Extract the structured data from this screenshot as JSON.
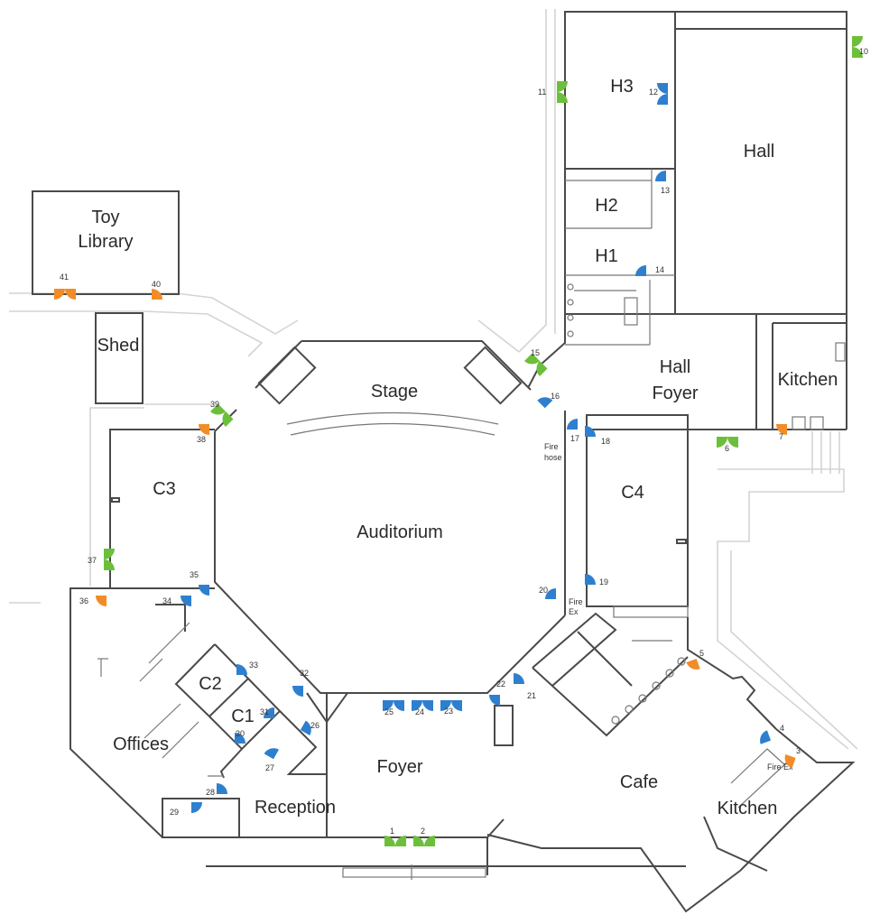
{
  "colors": {
    "wall": "#4a4a4a",
    "path": "#d4d4d4",
    "door_internal": "#2f7fcf",
    "door_external": "#6cbf3a",
    "door_fire_exit": "#f28c28"
  },
  "rooms": {
    "toy_library": [
      "Toy",
      "Library"
    ],
    "shed": "Shed",
    "stage": "Stage",
    "auditorium": "Auditorium",
    "c3": "C3",
    "c4": "C4",
    "c2": "C2",
    "c1": "C1",
    "offices": "Offices",
    "reception": "Reception",
    "foyer": "Foyer",
    "cafe": "Cafe",
    "kitchen_south": "Kitchen",
    "kitchen_north": "Kitchen",
    "hall": "Hall",
    "hall_foyer": [
      "Hall",
      "Foyer"
    ],
    "h1": "H1",
    "h2": "H2",
    "h3": "H3"
  },
  "notes": {
    "fire_hose": [
      "Fire",
      "hose"
    ],
    "fire_ex_19": [
      "Fire",
      "Ex"
    ],
    "fire_ex_3": "Fire Ex"
  },
  "doors": [
    {
      "num": "1",
      "type": "external"
    },
    {
      "num": "2",
      "type": "external"
    },
    {
      "num": "3",
      "type": "fire_exit"
    },
    {
      "num": "4",
      "type": "internal"
    },
    {
      "num": "5",
      "type": "fire_exit"
    },
    {
      "num": "6",
      "type": "external"
    },
    {
      "num": "7",
      "type": "fire_exit"
    },
    {
      "num": "10",
      "type": "external"
    },
    {
      "num": "11",
      "type": "external"
    },
    {
      "num": "12",
      "type": "internal"
    },
    {
      "num": "13",
      "type": "internal"
    },
    {
      "num": "14",
      "type": "internal"
    },
    {
      "num": "15",
      "type": "external"
    },
    {
      "num": "16",
      "type": "internal"
    },
    {
      "num": "17",
      "type": "internal"
    },
    {
      "num": "18",
      "type": "internal"
    },
    {
      "num": "19",
      "type": "internal"
    },
    {
      "num": "20",
      "type": "internal"
    },
    {
      "num": "21",
      "type": "internal"
    },
    {
      "num": "22",
      "type": "internal"
    },
    {
      "num": "23",
      "type": "internal"
    },
    {
      "num": "24",
      "type": "internal"
    },
    {
      "num": "25",
      "type": "internal"
    },
    {
      "num": "26",
      "type": "internal"
    },
    {
      "num": "27",
      "type": "internal"
    },
    {
      "num": "28",
      "type": "internal"
    },
    {
      "num": "29",
      "type": "internal"
    },
    {
      "num": "30",
      "type": "internal"
    },
    {
      "num": "31",
      "type": "internal"
    },
    {
      "num": "32",
      "type": "internal"
    },
    {
      "num": "33",
      "type": "internal"
    },
    {
      "num": "34",
      "type": "internal"
    },
    {
      "num": "35",
      "type": "internal"
    },
    {
      "num": "36",
      "type": "fire_exit"
    },
    {
      "num": "37",
      "type": "external"
    },
    {
      "num": "38",
      "type": "fire_exit"
    },
    {
      "num": "39",
      "type": "external"
    },
    {
      "num": "40",
      "type": "fire_exit"
    },
    {
      "num": "41",
      "type": "fire_exit"
    }
  ]
}
